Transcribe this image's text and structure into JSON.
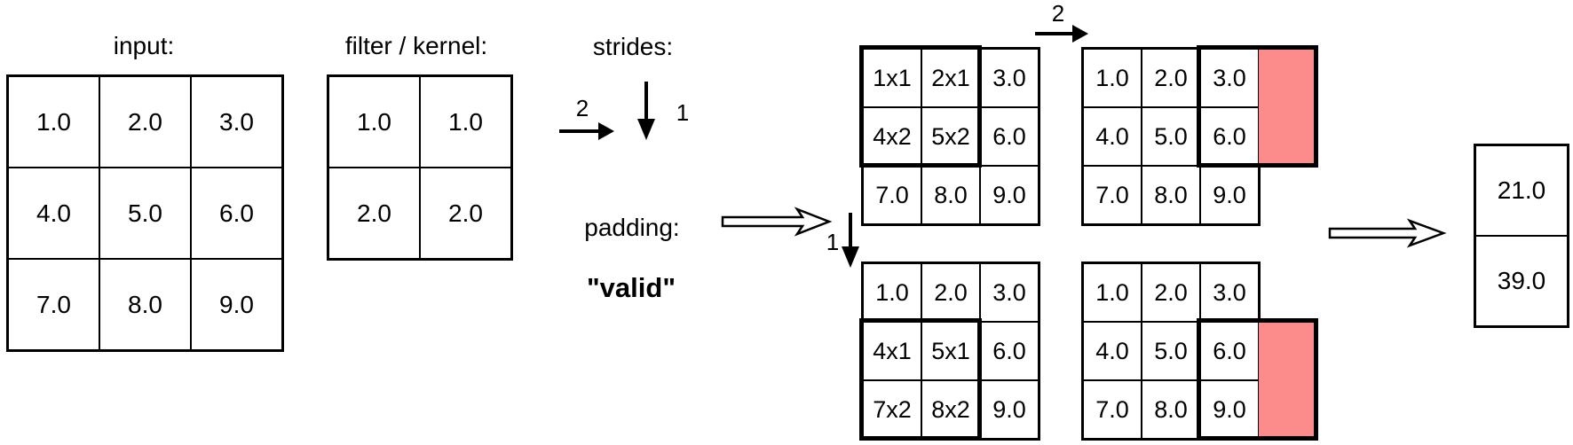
{
  "labels": {
    "input": "input:",
    "filter": "filter / kernel:",
    "strides": "strides:",
    "stride_horizontal": "2",
    "stride_vertical": "1",
    "padding": "padding:",
    "padding_value": "\"valid\"",
    "step_stride_right": "2",
    "step_stride_down": "1"
  },
  "input_matrix": {
    "rows": [
      [
        "1.0",
        "2.0",
        "3.0"
      ],
      [
        "4.0",
        "5.0",
        "6.0"
      ],
      [
        "7.0",
        "8.0",
        "9.0"
      ]
    ]
  },
  "filter_matrix": {
    "rows": [
      [
        "1.0",
        "1.0"
      ],
      [
        "2.0",
        "2.0"
      ]
    ]
  },
  "conv_steps": [
    {
      "rows": [
        [
          "1x1",
          "2x1",
          "3.0"
        ],
        [
          "4x2",
          "5x2",
          "6.0"
        ],
        [
          "7.0",
          "8.0",
          "9.0"
        ]
      ],
      "highlight": {
        "row": 0,
        "col": 0,
        "rows": 2,
        "cols": 2,
        "include_pad": false
      }
    },
    {
      "rows": [
        [
          "1.0",
          "2.0",
          "3.0"
        ],
        [
          "4.0",
          "5.0",
          "6.0"
        ],
        [
          "7.0",
          "8.0",
          "9.0"
        ]
      ],
      "highlight": {
        "row": 0,
        "col": 2,
        "rows": 2,
        "cols": 1,
        "include_pad": true
      },
      "padding_cell": {
        "row": 0,
        "rows": 2
      }
    },
    {
      "rows": [
        [
          "1.0",
          "2.0",
          "3.0"
        ],
        [
          "4x1",
          "5x1",
          "6.0"
        ],
        [
          "7x2",
          "8x2",
          "9.0"
        ]
      ],
      "highlight": {
        "row": 1,
        "col": 0,
        "rows": 2,
        "cols": 2,
        "include_pad": false
      }
    },
    {
      "rows": [
        [
          "1.0",
          "2.0",
          "3.0"
        ],
        [
          "4.0",
          "5.0",
          "6.0"
        ],
        [
          "7.0",
          "8.0",
          "9.0"
        ]
      ],
      "highlight": {
        "row": 1,
        "col": 2,
        "rows": 2,
        "cols": 1,
        "include_pad": true
      },
      "padding_cell": {
        "row": 1,
        "rows": 2
      }
    }
  ],
  "output_matrix": {
    "rows": [
      [
        "21.0"
      ],
      [
        "39.0"
      ]
    ]
  },
  "icons": {
    "stride_right_arrow": "→",
    "stride_down_arrow": "↓",
    "flow_arrow": "⇒"
  },
  "colors": {
    "padding_highlight": "#FC8C8C",
    "line": "#000000",
    "text": "#000000"
  }
}
